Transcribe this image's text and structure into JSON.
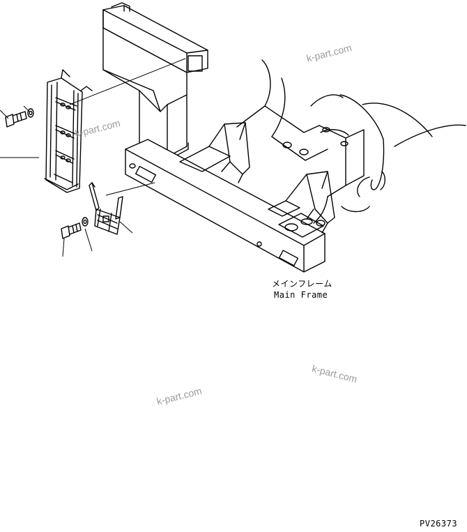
{
  "watermark": {
    "text": "k-part.com",
    "color": "#9a9a9a"
  },
  "label_main_frame_jp": "メインフレーム",
  "label_main_frame_en": "Main Frame",
  "drawing_code": "PV26373",
  "line_color": "#000000",
  "background": "#ffffff"
}
